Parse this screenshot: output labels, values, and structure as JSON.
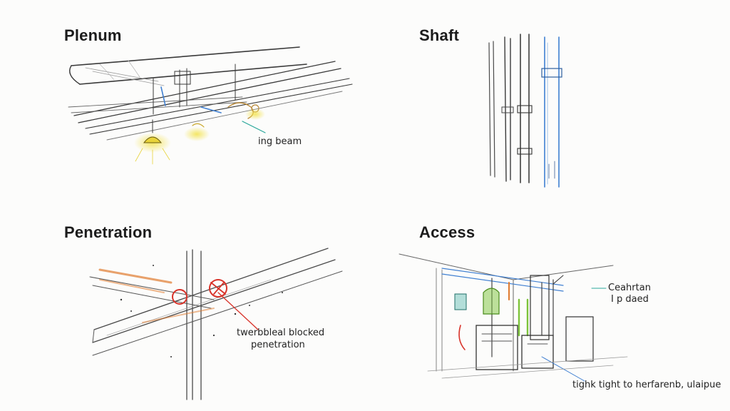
{
  "panels": {
    "plenum": {
      "title": "Plenum",
      "annotation": "ing beam"
    },
    "shaft": {
      "title": "Shaft"
    },
    "penetration": {
      "title": "Penetration",
      "annotation_line1": "twerbbleal blocked",
      "annotation_line2": "penetration"
    },
    "access": {
      "title": "Access",
      "annotation_top_line1": "Ceahrtan",
      "annotation_top_line2": "I p daed",
      "annotation_bottom": "tighk tight to herfarenb, ulaipue"
    }
  },
  "colors": {
    "ink": "#2a2a2a",
    "pencil": "#8a8a8a",
    "blue_accent": "#3f7fd1",
    "yellow_light": "#e8d33a",
    "red_marker": "#d8332a",
    "orange_accent": "#e07a2e",
    "green_accent": "#7cc43a",
    "teal_accent": "#2aa79b"
  }
}
